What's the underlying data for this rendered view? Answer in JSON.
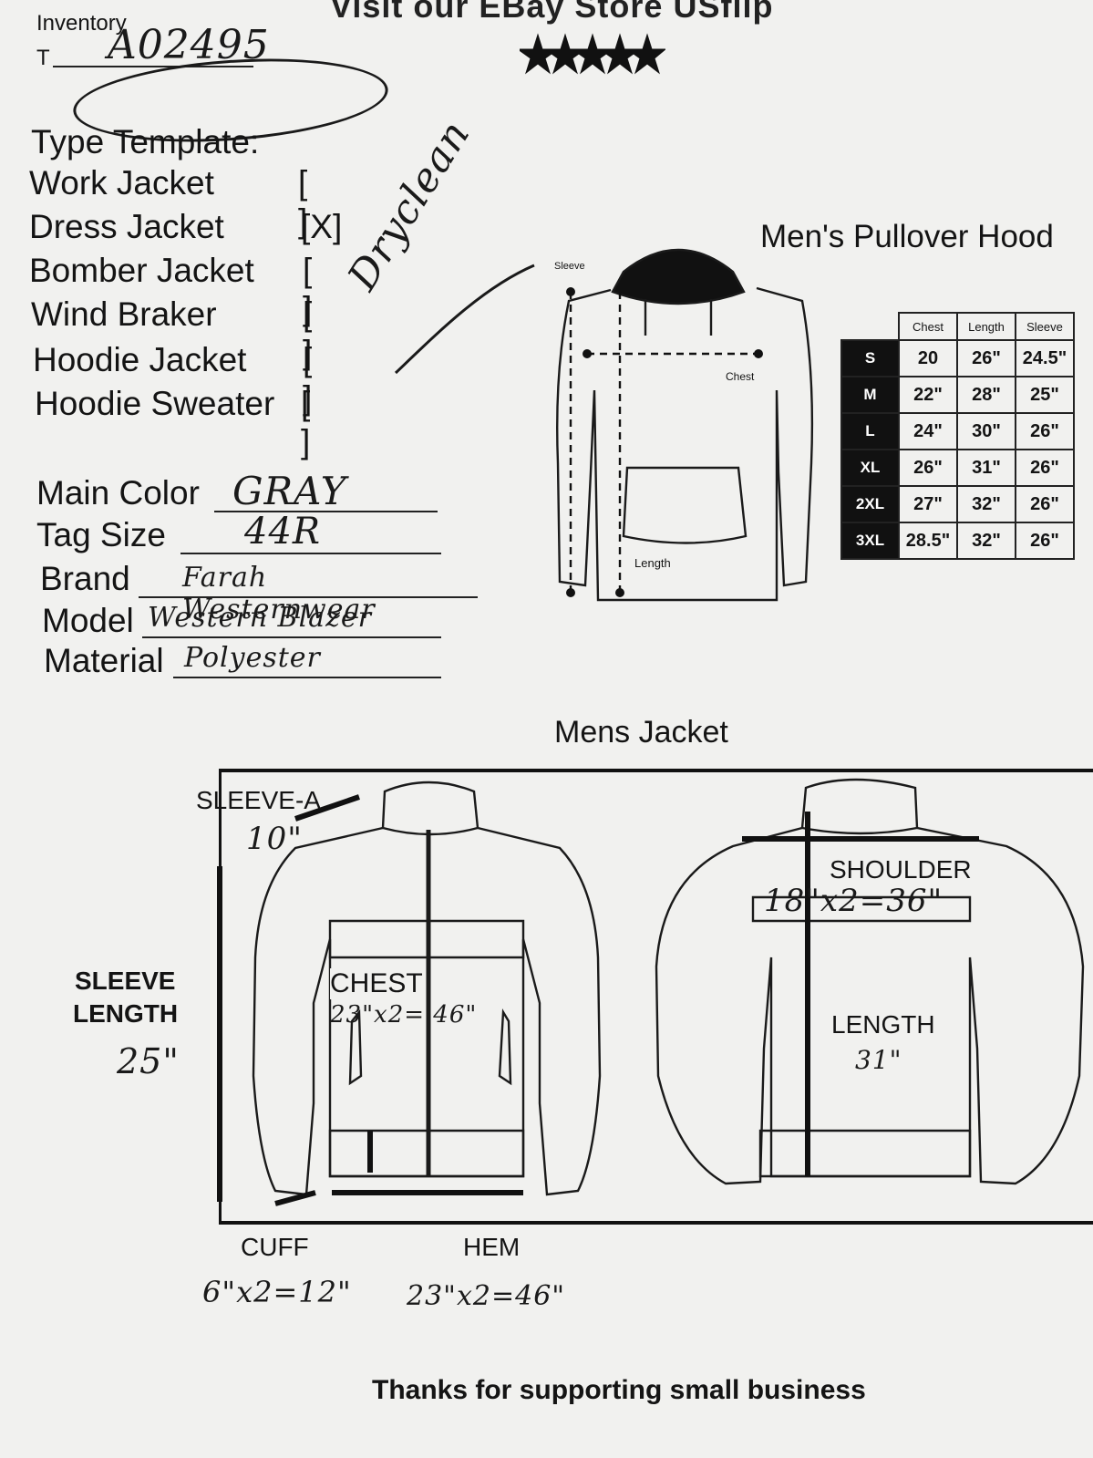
{
  "header": {
    "store_banner": "Visit our EBay Store USflip",
    "inventory_label": "Inventory",
    "t_label": "T",
    "inventory_value": "A02495"
  },
  "type_template": {
    "heading": "Type Template:",
    "options": [
      {
        "label": "Work Jacket",
        "box": "[ ]"
      },
      {
        "label": "Dress Jacket",
        "box": "[X]"
      },
      {
        "label": "Bomber Jacket",
        "box": "[ ]"
      },
      {
        "label": "Wind Braker",
        "box": "[ ]"
      },
      {
        "label": "Hoodie Jacket",
        "box": "[ ]"
      },
      {
        "label": "Hoodie Sweater",
        "box": "[ ]"
      }
    ],
    "note": "Dryclean"
  },
  "fields": {
    "main_color_label": "Main Color",
    "main_color_value": "GRAY",
    "tag_size_label": "Tag Size",
    "tag_size_value": "44R",
    "brand_label": "Brand",
    "brand_value": "Farah Westernwear",
    "model_label": "Model",
    "model_value": "Western Blazer",
    "material_label": "Material",
    "material_value": "Polyester"
  },
  "hoodie": {
    "title": "Men's Pullover Hood",
    "diagram_labels": {
      "sleeve": "Sleeve",
      "chest": "Chest",
      "length": "Length"
    },
    "table": {
      "headers": [
        "Chest",
        "Length",
        "Sleeve"
      ],
      "rows": [
        {
          "size": "S",
          "chest": "20",
          "length": "26\"",
          "sleeve": "24.5\""
        },
        {
          "size": "M",
          "chest": "22\"",
          "length": "28\"",
          "sleeve": "25\""
        },
        {
          "size": "L",
          "chest": "24\"",
          "length": "30\"",
          "sleeve": "26\""
        },
        {
          "size": "XL",
          "chest": "26\"",
          "length": "31\"",
          "sleeve": "26\""
        },
        {
          "size": "2XL",
          "chest": "27\"",
          "length": "32\"",
          "sleeve": "26\""
        },
        {
          "size": "3XL",
          "chest": "28.5\"",
          "length": "32\"",
          "sleeve": "26\""
        }
      ]
    }
  },
  "jacket": {
    "title": "Mens Jacket",
    "sleeve_a_label": "SLEEVE-A",
    "sleeve_a_value": "10\"",
    "sleeve_length_label_1": "SLEEVE",
    "sleeve_length_label_2": "LENGTH",
    "sleeve_length_value": "25\"",
    "chest_label": "CHEST",
    "chest_value": "23\"x2= 46\"",
    "shoulder_label": "SHOULDER",
    "shoulder_value": "18\"x2=36\"",
    "length_label": "LENGTH",
    "length_value": "31\"",
    "cuff_label": "CUFF",
    "cuff_value": "6\"x2=12\"",
    "hem_label": "HEM",
    "hem_value": "23\"x2=46\""
  },
  "footer": {
    "thanks": "Thanks for supporting small business"
  },
  "colors": {
    "paper": "#f1f1ef",
    "ink": "#141414",
    "pen": "#1a1a1a"
  }
}
